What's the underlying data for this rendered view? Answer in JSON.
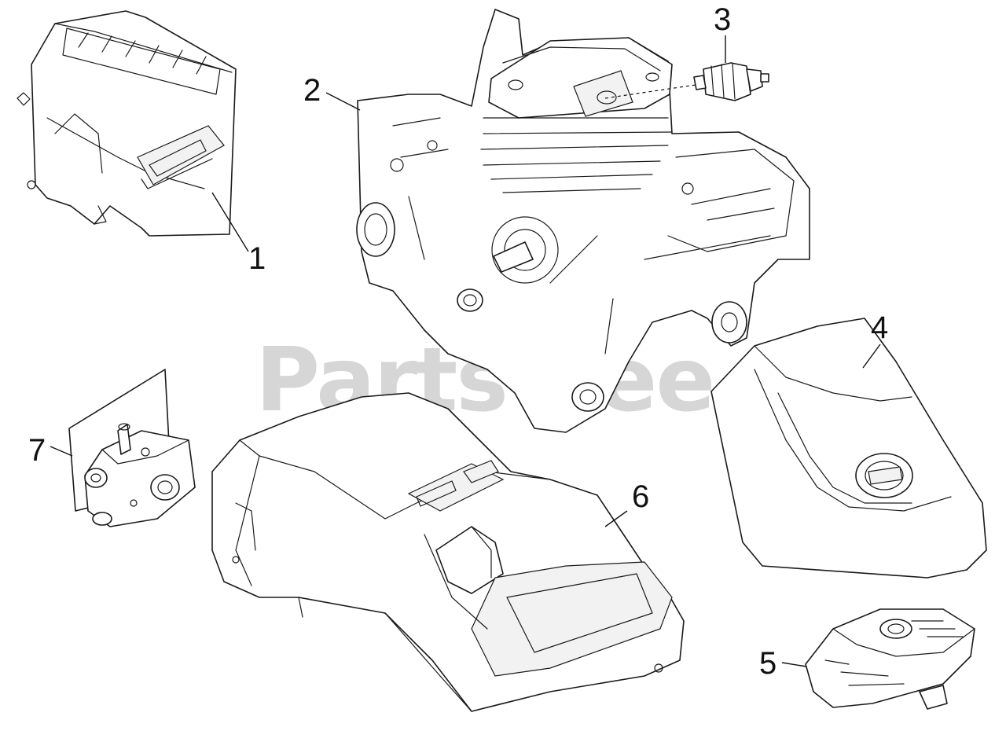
{
  "watermark": "PartsTree",
  "callouts": [
    {
      "id": "1",
      "label": "1"
    },
    {
      "id": "2",
      "label": "2"
    },
    {
      "id": "3",
      "label": "3"
    },
    {
      "id": "4",
      "label": "4"
    },
    {
      "id": "5",
      "label": "5"
    },
    {
      "id": "6",
      "label": "6"
    },
    {
      "id": "7",
      "label": "7"
    }
  ],
  "parts": [
    {
      "callout": "1",
      "icon": "muffler-icon"
    },
    {
      "callout": "2",
      "icon": "engine-crankcase-cylinder-icon"
    },
    {
      "callout": "3",
      "icon": "spark-plug-icon"
    },
    {
      "callout": "4",
      "icon": "top-cover-icon"
    },
    {
      "callout": "5",
      "icon": "air-filter-icon"
    },
    {
      "callout": "6",
      "icon": "shroud-housing-icon"
    },
    {
      "callout": "7",
      "icon": "carburetor-icon"
    }
  ]
}
